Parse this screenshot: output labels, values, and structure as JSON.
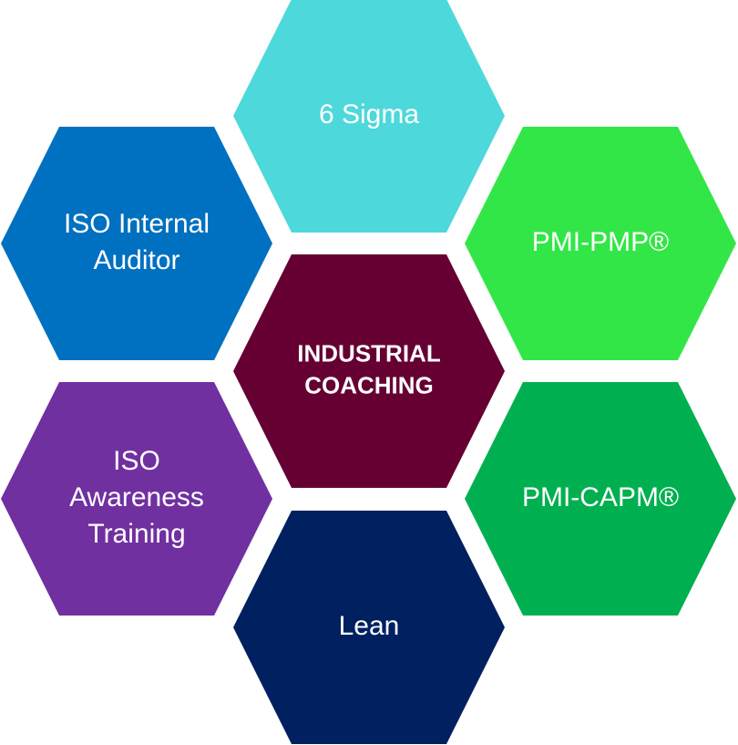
{
  "hexagons": [
    {
      "id": "six-sigma",
      "lines": [
        "6 Sigma"
      ],
      "color": "#4DD8DB",
      "style": "regular"
    },
    {
      "id": "iso-internal-auditor",
      "lines": [
        "ISO Internal",
        "Auditor"
      ],
      "color": "#0070C0",
      "style": "regular"
    },
    {
      "id": "pmi-pmp",
      "lines": [
        "PMI-PMP®"
      ],
      "color": "#33E647",
      "style": "regular"
    },
    {
      "id": "industrial-coaching",
      "lines": [
        "INDUSTRIAL",
        "COACHING"
      ],
      "color": "#660033",
      "style": "bold"
    },
    {
      "id": "iso-awareness-training",
      "lines": [
        "ISO",
        "Awareness",
        "Training"
      ],
      "color": "#7030A0",
      "style": "regular"
    },
    {
      "id": "pmi-capm",
      "lines": [
        "PMI-CAPM®"
      ],
      "color": "#00B050",
      "style": "regular"
    },
    {
      "id": "lean",
      "lines": [
        "Lean"
      ],
      "color": "#002060",
      "style": "regular"
    }
  ]
}
